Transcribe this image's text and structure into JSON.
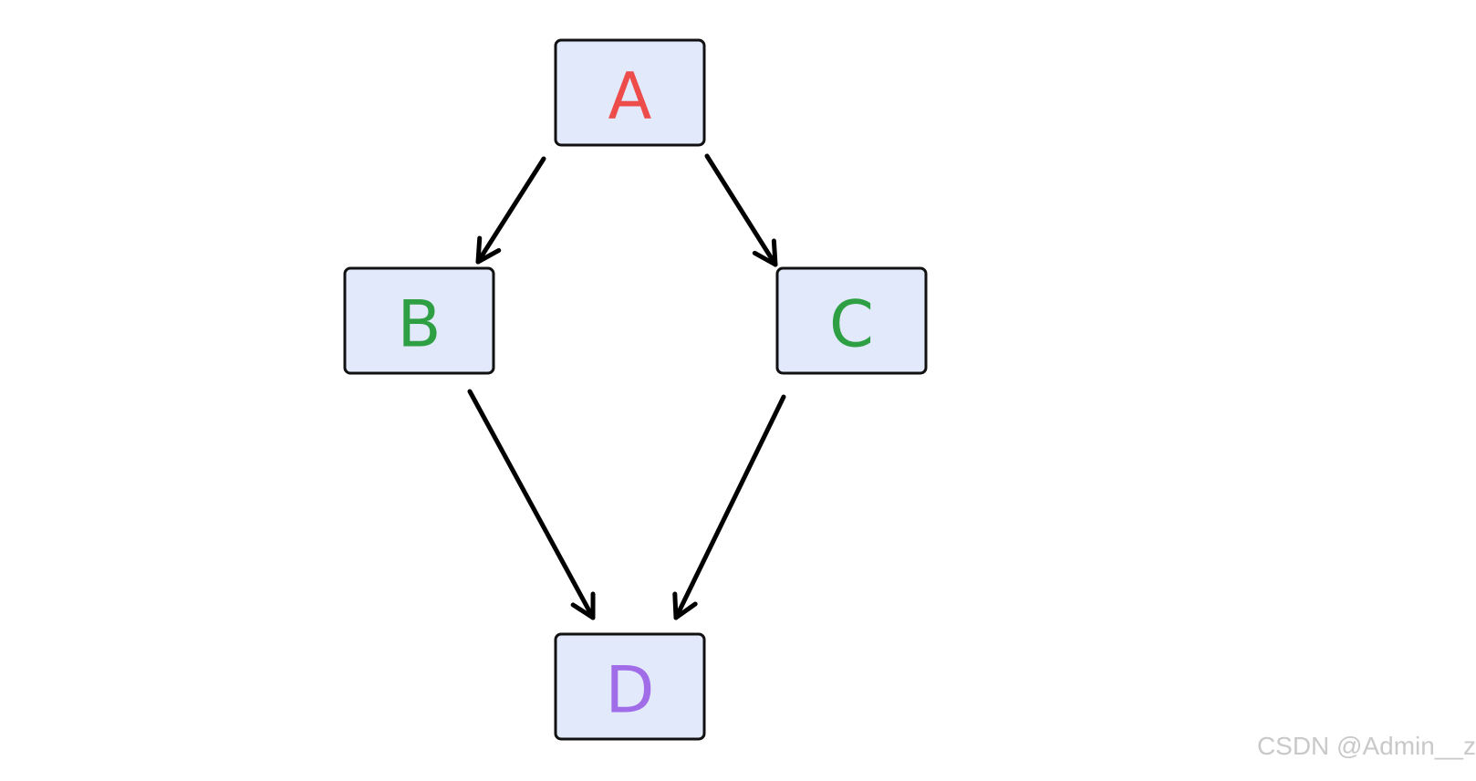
{
  "nodes": [
    {
      "id": "A",
      "label": "A",
      "color": "#ee4b4b"
    },
    {
      "id": "B",
      "label": "B",
      "color": "#2ea043"
    },
    {
      "id": "C",
      "label": "C",
      "color": "#2ea043"
    },
    {
      "id": "D",
      "label": "D",
      "color": "#a06ce8"
    }
  ],
  "edges": [
    {
      "from": "A",
      "to": "B"
    },
    {
      "from": "A",
      "to": "C"
    },
    {
      "from": "B",
      "to": "D"
    },
    {
      "from": "C",
      "to": "D"
    }
  ],
  "colors": {
    "node_fill": "#e1e9fb",
    "node_border": "#111111",
    "edge": "#000000",
    "watermark": "#c9c9c9"
  },
  "watermark": "CSDN @Admin__z"
}
